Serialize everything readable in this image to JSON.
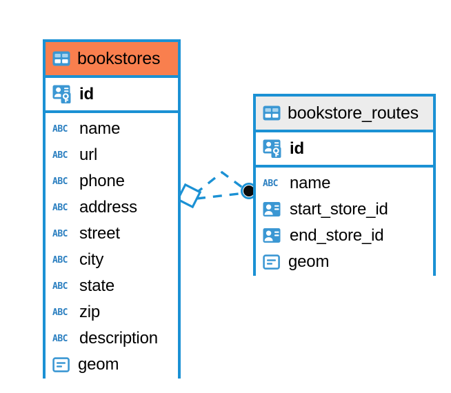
{
  "diagram": {
    "type": "entity-relationship-diagram",
    "background": "#ffffff",
    "colors": {
      "border_blue": "#1b91d4",
      "header_orange": "#f97f4e",
      "header_grey": "#ececec",
      "icon_blue": "#3b97d3",
      "abc_blue": "#2b7fc0",
      "connector": "#1b91d4",
      "endpoint_dot": "#000000",
      "text": "#000000"
    },
    "tables": [
      {
        "id": "bookstores",
        "name": "bookstores",
        "header_style": "orange",
        "header_icon": "table-icon",
        "primary_key": {
          "name": "id",
          "icon": "primary-key-icon"
        },
        "fields": [
          {
            "name": "name",
            "icon": "abc-text-icon",
            "type": "text"
          },
          {
            "name": "url",
            "icon": "abc-text-icon",
            "type": "text"
          },
          {
            "name": "phone",
            "icon": "abc-text-icon",
            "type": "text"
          },
          {
            "name": "address",
            "icon": "abc-text-icon",
            "type": "text"
          },
          {
            "name": "street",
            "icon": "abc-text-icon",
            "type": "text"
          },
          {
            "name": "city",
            "icon": "abc-text-icon",
            "type": "text"
          },
          {
            "name": "state",
            "icon": "abc-text-icon",
            "type": "text"
          },
          {
            "name": "zip",
            "icon": "abc-text-icon",
            "type": "text"
          },
          {
            "name": "description",
            "icon": "abc-text-icon",
            "type": "text"
          },
          {
            "name": "geom",
            "icon": "geometry-icon",
            "type": "geometry"
          }
        ]
      },
      {
        "id": "bookstore_routes",
        "name": "bookstore_routes",
        "header_style": "grey",
        "header_icon": "table-icon",
        "primary_key": {
          "name": "id",
          "icon": "primary-key-icon"
        },
        "fields": [
          {
            "name": "name",
            "icon": "abc-text-icon",
            "type": "text"
          },
          {
            "name": "start_store_id",
            "icon": "foreign-key-icon",
            "type": "reference"
          },
          {
            "name": "end_store_id",
            "icon": "foreign-key-icon",
            "type": "reference"
          },
          {
            "name": "geom",
            "icon": "geometry-icon",
            "type": "geometry"
          }
        ]
      }
    ],
    "relationship": {
      "style": "dashed",
      "source_table": "bookstores",
      "target_table": "bookstore_routes",
      "source_marker": "diamond-outline",
      "target_marker": "filled-circle"
    }
  }
}
